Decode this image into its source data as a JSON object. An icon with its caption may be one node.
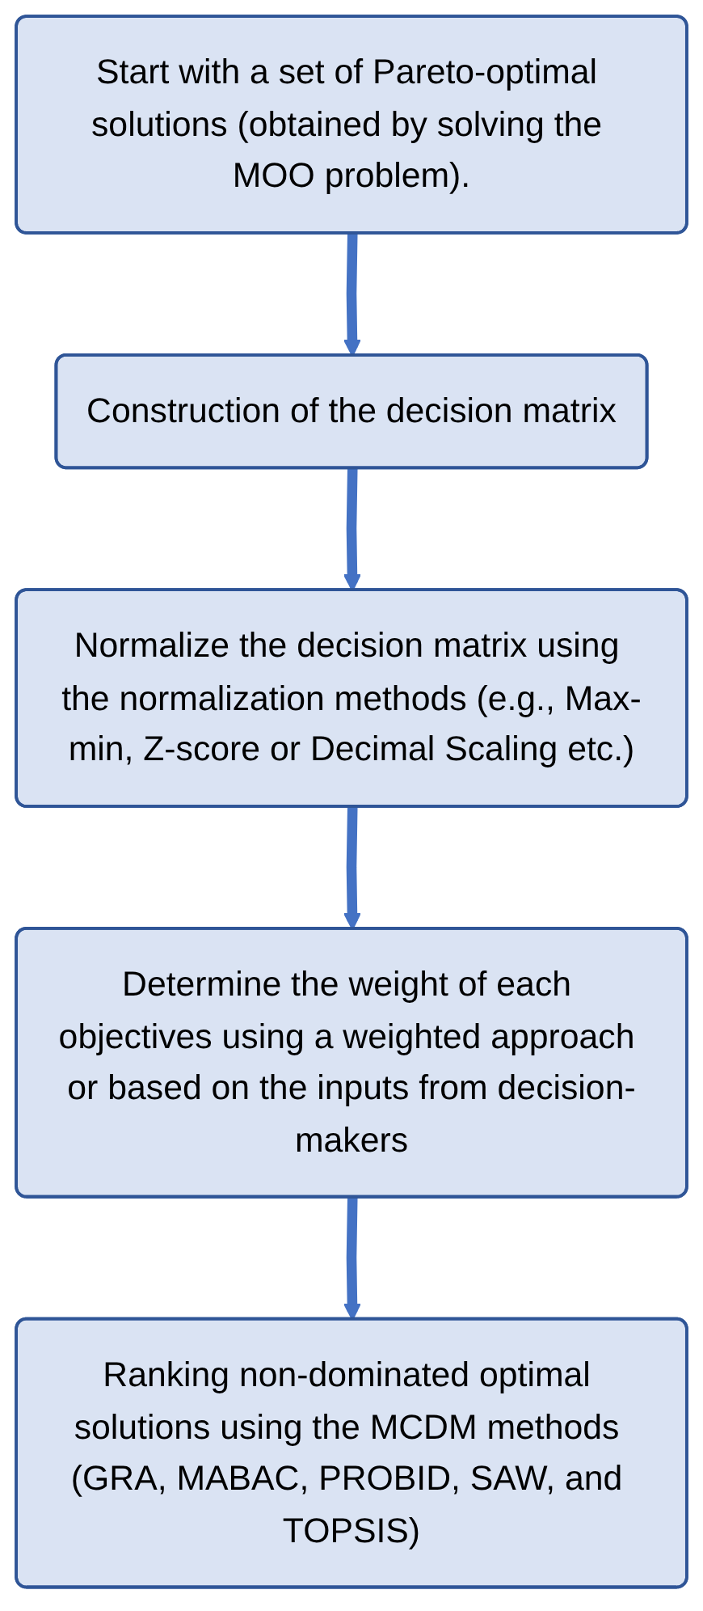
{
  "diagram": {
    "nodes": [
      {
        "text": [
          "Start with a set of Pareto-optimal solutions (obtained by solving the MOO problem)."
        ]
      },
      {
        "text": [
          "Construction of the decision matrix"
        ]
      },
      {
        "text": [
          "Normalize the decision matrix using the normalization methods (e.g., Max-min, Z-score or Decimal Scaling etc.)"
        ]
      },
      {
        "text": [
          "Determine the weight of each objectives using a weighted approach or based on the inputs from decision-makers"
        ]
      },
      {
        "text": [
          "Ranking non-dominated optimal solutions using the MCDM methods (GRA, MABAC, PROBID, SAW, and TOPSIS)"
        ]
      }
    ],
    "edges": [
      {
        "from": 0,
        "to": 1,
        "arrow": "to"
      },
      {
        "from": 1,
        "to": 2,
        "arrow": "to"
      },
      {
        "from": 2,
        "to": 3,
        "arrow": "to"
      },
      {
        "from": 3,
        "to": 4,
        "arrow": "to"
      }
    ]
  }
}
